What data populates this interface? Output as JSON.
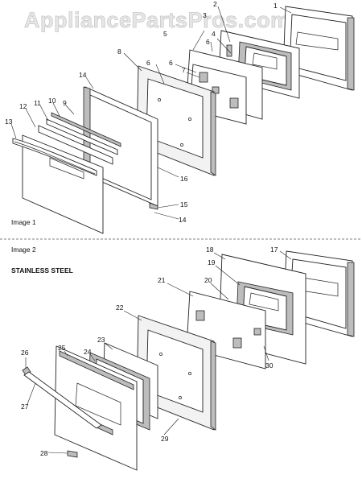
{
  "watermark": "AppliancePartsPros.com",
  "image1": {
    "caption": "Image 1",
    "callouts": [
      "1",
      "2",
      "3",
      "4",
      "5",
      "6",
      "6",
      "6",
      "7",
      "8",
      "9",
      "10",
      "11",
      "12",
      "13",
      "14",
      "14",
      "15",
      "16"
    ]
  },
  "image2": {
    "caption": "Image 2",
    "subtitle": "STAINLESS STEEL",
    "callouts": [
      "17",
      "18",
      "19",
      "20",
      "21",
      "22",
      "23",
      "24",
      "25",
      "26",
      "27",
      "28",
      "29",
      "30"
    ]
  },
  "colors": {
    "line": "#222222",
    "watermark": "#e6e6e6",
    "divider": "#555555"
  }
}
